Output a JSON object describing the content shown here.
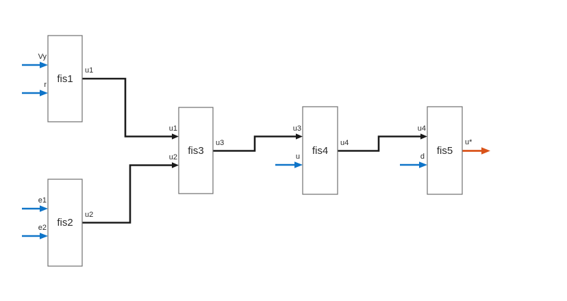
{
  "diagram": {
    "type": "fuzzy-inference-system-tree",
    "nodes": [
      {
        "id": "fis1",
        "label": "fis1",
        "inputs": [
          "Vy",
          "r"
        ],
        "output": "u1"
      },
      {
        "id": "fis2",
        "label": "fis2",
        "inputs": [
          "e1",
          "e2"
        ],
        "output": "u2"
      },
      {
        "id": "fis3",
        "label": "fis3",
        "inputs": [
          "u1",
          "u2"
        ],
        "output": "u3"
      },
      {
        "id": "fis4",
        "label": "fis4",
        "inputs": [
          "u3",
          "u"
        ],
        "output": "u4"
      },
      {
        "id": "fis5",
        "label": "fis5",
        "inputs": [
          "u4",
          "d"
        ],
        "output": "u*"
      }
    ],
    "connections": [
      {
        "from": "fis1",
        "signal": "u1",
        "to": "fis3",
        "to_input": "u1"
      },
      {
        "from": "fis2",
        "signal": "u2",
        "to": "fis3",
        "to_input": "u2"
      },
      {
        "from": "fis3",
        "signal": "u3",
        "to": "fis4",
        "to_input": "u3"
      },
      {
        "from": "fis4",
        "signal": "u4",
        "to": "fis5",
        "to_input": "u4"
      }
    ],
    "free_inputs": [
      "Vy",
      "r",
      "e1",
      "e2",
      "u",
      "d"
    ],
    "final_output": "u*"
  },
  "colors": {
    "background": "#ffffff",
    "free_input_arrow": "#0e74c8",
    "final_output_arrow": "#d95319",
    "connection_line": "#1a1a1a",
    "block_border": "#6e6e6e",
    "block_fill": "#ffffff",
    "label_text": "#2a2a2a"
  }
}
